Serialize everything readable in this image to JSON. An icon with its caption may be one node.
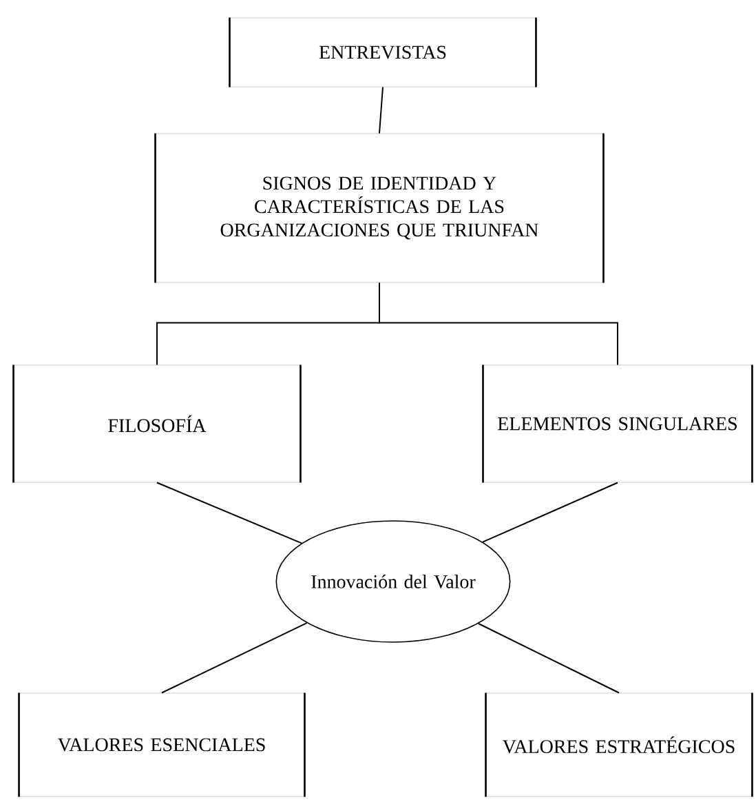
{
  "diagram": {
    "nodes": [
      {
        "text": [
          "ENTREVISTAS"
        ]
      },
      {
        "text": [
          "SIGNOS DE IDENTIDAD Y CARACTERÍSTICAS DE LAS ORGANIZACIONES QUE TRIUNFAN"
        ]
      },
      {
        "text": [
          "FILOSOFÍA"
        ]
      },
      {
        "text": [
          "ELEMENTOS SINGULARES"
        ]
      },
      {
        "text": [
          "Innovación del Valor"
        ]
      },
      {
        "text": [
          "VALORES ESENCIALES"
        ]
      },
      {
        "text": [
          "VALORES ESTRATÉGICOS"
        ]
      }
    ],
    "edges": [
      {
        "from": 0,
        "to": 1,
        "arrow": "none"
      },
      {
        "from": 1,
        "to": 2,
        "arrow": "none"
      },
      {
        "from": 1,
        "to": 3,
        "arrow": "none"
      },
      {
        "from": 2,
        "to": 4,
        "arrow": "none"
      },
      {
        "from": 3,
        "to": 4,
        "arrow": "none"
      },
      {
        "from": 4,
        "to": 5,
        "arrow": "none"
      },
      {
        "from": 4,
        "to": 6,
        "arrow": "none"
      }
    ]
  }
}
